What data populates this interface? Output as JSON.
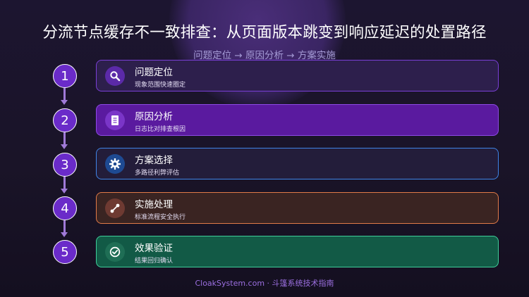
{
  "title": "分流节点缓存不一致排查：从页面版本跳变到响应延迟的处置路径",
  "subtitle": "问题定位 → 原因分析 → 方案实施",
  "steps": [
    {
      "number": "1",
      "title": "问题定位",
      "desc": "现象范围快速圈定",
      "icon": "search-icon",
      "border": "#7a3fd6",
      "bg": "#2d1f4c",
      "icon_bg": "#5b2aa8"
    },
    {
      "number": "2",
      "title": "原因分析",
      "desc": "日志比对排查根因",
      "icon": "document-icon",
      "border": "#8e4ae6",
      "bg": "#5a1a9f",
      "icon_bg": "#7a35c8"
    },
    {
      "number": "3",
      "title": "方案选择",
      "desc": "多路径利弊评估",
      "icon": "gear-icon",
      "border": "#3f84e6",
      "bg": "#231d3a",
      "icon_bg": "#1e4a92"
    },
    {
      "number": "4",
      "title": "实施处理",
      "desc": "标准流程安全执行",
      "icon": "route-icon",
      "border": "#e07a48",
      "bg": "#3a2422",
      "icon_bg": "#6e3a32"
    },
    {
      "number": "5",
      "title": "效果验证",
      "desc": "结果回归确认",
      "icon": "check-icon",
      "border": "#3fce9a",
      "bg": "#125a46",
      "icon_bg": "#1f6e55"
    }
  ],
  "footer": "CloakSystem.com · 斗篷系统技术指南"
}
